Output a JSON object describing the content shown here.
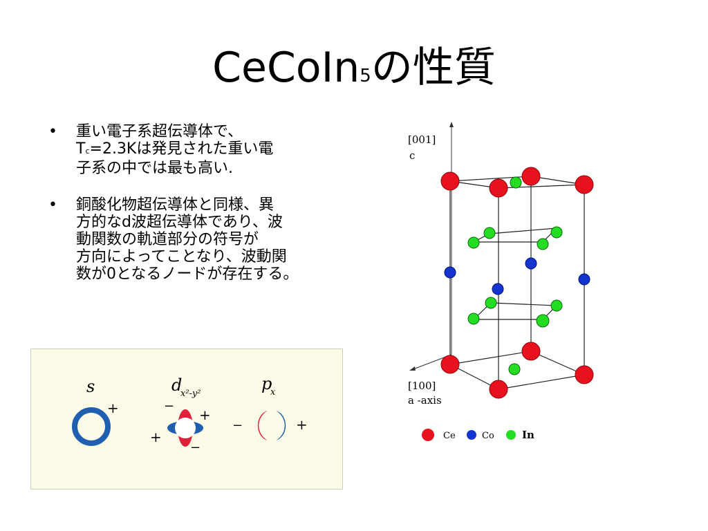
{
  "slide": {
    "title_main": "CeCoIn",
    "title_sub": "5",
    "title_rest": "の性質"
  },
  "bullets": [
    {
      "marker": "•",
      "lines": [
        "重い電子系超伝導体で、",
        "",
        "子系の中では最も高い."
      ],
      "line2": {
        "t": "T",
        "sub": "c",
        "rest": "=2.3Kは発見された重い電"
      }
    },
    {
      "marker": "•",
      "lines": [
        "銅酸化物超伝導体と同様、異",
        "方的なd波超伝導体であり、波",
        "動関数の軌道部分の符号が",
        "方向によってことなり、波動関",
        "数が0となるノードが存在する。"
      ]
    }
  ],
  "orbitals": {
    "s_label": "s",
    "d_label": "d",
    "d_sub": "x²-y²",
    "p_label": "p",
    "p_sub": "x",
    "plus": "+",
    "minus": "−",
    "colors": {
      "blue": "#1f5fb0",
      "red": "#e0203a",
      "panel": "#fbfbe8"
    }
  },
  "crystal": {
    "axis_c_index": "[001]",
    "axis_c_label": "c",
    "axis_a_index": "[100]",
    "axis_a_label": "a -axis",
    "legend": [
      {
        "label": "Ce",
        "color": "#e8121e"
      },
      {
        "label": "Co",
        "color": "#1434d0"
      },
      {
        "label": "In",
        "color": "#22dd22"
      }
    ]
  }
}
